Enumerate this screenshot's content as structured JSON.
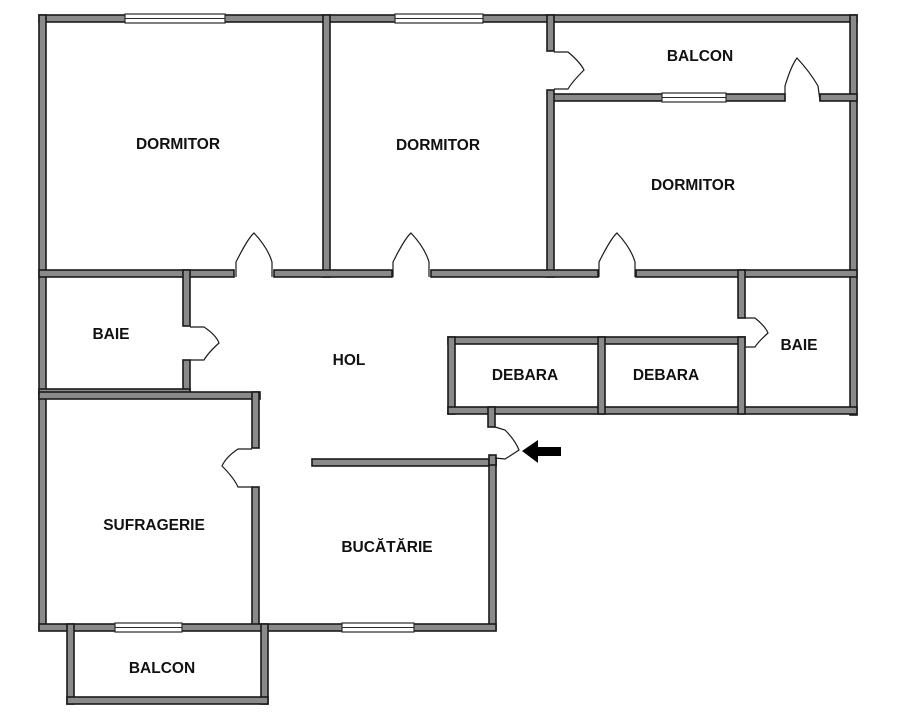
{
  "rooms": {
    "dormitor_1": "DORMITOR",
    "dormitor_2": "DORMITOR",
    "dormitor_3": "DORMITOR",
    "balcon_top": "BALCON",
    "baie_left": "BAIE",
    "hol": "HOL",
    "debara_1": "DEBARA",
    "debara_2": "DEBARA",
    "baie_right": "BAIE",
    "sufragerie": "SUFRAGERIE",
    "bucatarie": "BUCĂTĂRIE",
    "balcon_bottom": "BALCON"
  },
  "colors": {
    "wall_fill": "#8a8a8a",
    "wall_outline": "#1a1a1a",
    "background": "#ffffff"
  },
  "icons": {
    "entrance": "entrance-arrow-icon"
  }
}
